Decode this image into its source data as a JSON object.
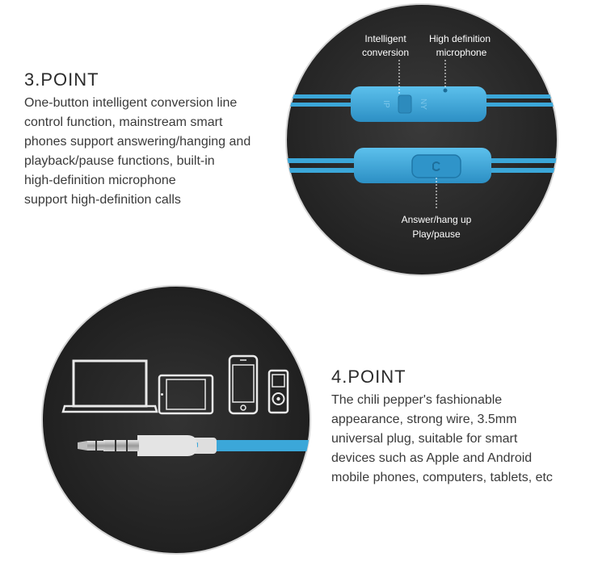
{
  "point3": {
    "title": "3.POINT",
    "lines": [
      "One-button intelligent conversion line",
      "control function, mainstream smart",
      "phones support answering/hanging and",
      "playback/pause functions, built-in",
      "high-definition microphone",
      "support high-definition calls"
    ],
    "callouts": {
      "intelligent_1": "Intelligent",
      "intelligent_2": "conversion",
      "hd_1": "High definition",
      "hd_2": "microphone",
      "answer_1": "Answer/hang up",
      "answer_2": "Play/pause"
    },
    "switch_marks": {
      "left": "IP",
      "right": "NY"
    }
  },
  "point4": {
    "title": "4.POINT",
    "lines": [
      "The chili pepper's fashionable",
      "appearance, strong wire, 3.5mm",
      "universal plug, suitable for smart",
      "devices such as Apple and Android",
      "mobile phones, computers, tablets, etc"
    ]
  },
  "colors": {
    "cable_blue": "#3ba7d9",
    "circle_dark": "#2a2a2a",
    "text_dark": "#2b2b2b"
  },
  "icons": [
    "laptop-icon",
    "tablet-icon",
    "smartphone-icon",
    "music-player-icon",
    "headphone-plug"
  ]
}
